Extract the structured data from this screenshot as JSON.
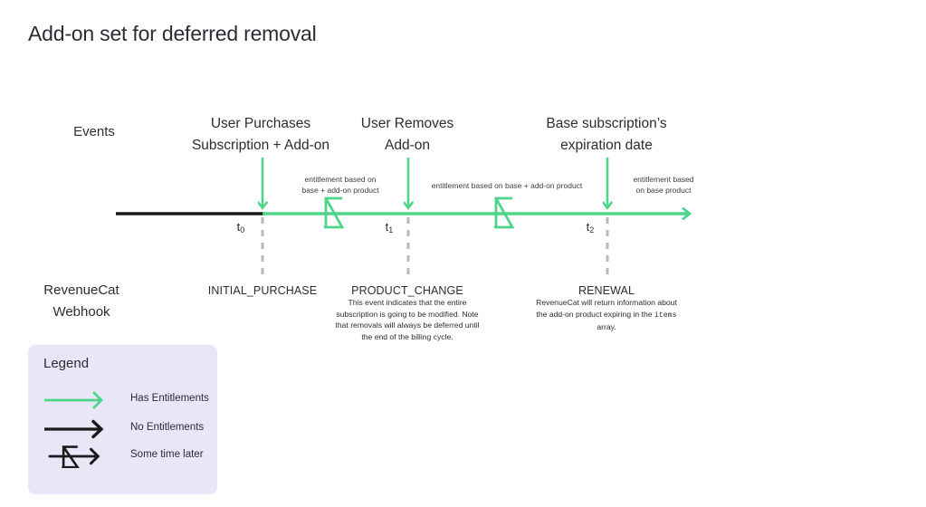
{
  "title": "Add-on set for deferred removal",
  "colors": {
    "green": "#4ed58a",
    "black": "#1a1a1a",
    "gray_dash": "#b7b9be",
    "legend_bg": "#e8e6f7",
    "text": "#2b2d33"
  },
  "rows": {
    "events_label": "Events",
    "webhook_label_line1": "RevenueCat",
    "webhook_label_line2": "Webhook"
  },
  "events": [
    {
      "title_line1": "User Purchases",
      "title_line2": "Subscription + Add-on",
      "marker": "t0"
    },
    {
      "title_line1": "User Removes",
      "title_line2": "Add-on",
      "marker": "t1"
    },
    {
      "title_line1": "Base subscription’s",
      "title_line2": "expiration date",
      "marker": "t2"
    }
  ],
  "time_markers": [
    {
      "base": "t",
      "sub": "0"
    },
    {
      "base": "t",
      "sub": "1"
    },
    {
      "base": "t",
      "sub": "2"
    }
  ],
  "entitlement_notes": [
    {
      "line1": "entitlement based on",
      "line2": "base + add-on product"
    },
    {
      "line1": "entitlement based on base + add-on product",
      "line2": ""
    },
    {
      "line1": "entitlement based",
      "line2": "on base product"
    }
  ],
  "webhooks": [
    {
      "name": "INITIAL_PURCHASE",
      "description": ""
    },
    {
      "name": "PRODUCT_CHANGE",
      "description": "This event indicates that the entire subscription is going to be modified. Note that removals will always be deferred until the end of the billing cycle."
    },
    {
      "name": "RENEWAL",
      "desc_part1": "RevenueCat will return information about the add-on product expiring in the ",
      "desc_code": "items",
      "desc_part2": " array."
    }
  ],
  "legend": {
    "title": "Legend",
    "items": [
      {
        "label": "Has Entitlements",
        "glyph": "green-arrow"
      },
      {
        "label": "No Entitlements",
        "glyph": "black-arrow"
      },
      {
        "label": "Some time later",
        "glyph": "time-break-arrow"
      }
    ]
  }
}
